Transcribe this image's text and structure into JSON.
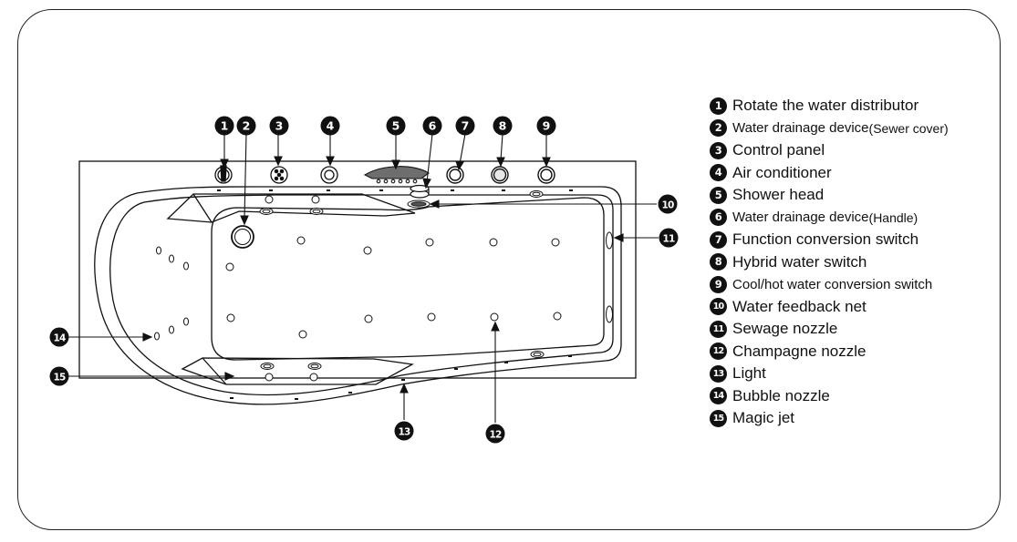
{
  "callout_numbers": [
    "1",
    "2",
    "3",
    "4",
    "5",
    "6",
    "7",
    "8",
    "9",
    "10",
    "11",
    "12",
    "13",
    "14",
    "15"
  ],
  "legend": [
    {
      "number": "1",
      "label": "Rotate the water distributor",
      "sub": ""
    },
    {
      "number": "2",
      "label": "Water drainage device",
      "sub": "(Sewer cover)"
    },
    {
      "number": "3",
      "label": "Control panel",
      "sub": ""
    },
    {
      "number": "4",
      "label": "Air conditioner",
      "sub": ""
    },
    {
      "number": "5",
      "label": "Shower head",
      "sub": ""
    },
    {
      "number": "6",
      "label": "Water drainage device",
      "sub": "(Handle)"
    },
    {
      "number": "7",
      "label": "Function conversion switch",
      "sub": ""
    },
    {
      "number": "8",
      "label": "Hybrid water switch",
      "sub": ""
    },
    {
      "number": "9",
      "label": "Cool/hot water conversion switch",
      "sub": ""
    },
    {
      "number": "10",
      "label": "Water feedback net",
      "sub": ""
    },
    {
      "number": "11",
      "label": "Sewage nozzle",
      "sub": ""
    },
    {
      "number": "12",
      "label": "Champagne nozzle",
      "sub": ""
    },
    {
      "number": "13",
      "label": "Light",
      "sub": ""
    },
    {
      "number": "14",
      "label": "Bubble nozzle",
      "sub": ""
    },
    {
      "number": "15",
      "label": "Magic jet",
      "sub": ""
    }
  ],
  "colors": {
    "ink": "#111111",
    "fill": "#ffffff",
    "shower": "#6e6e6e"
  }
}
